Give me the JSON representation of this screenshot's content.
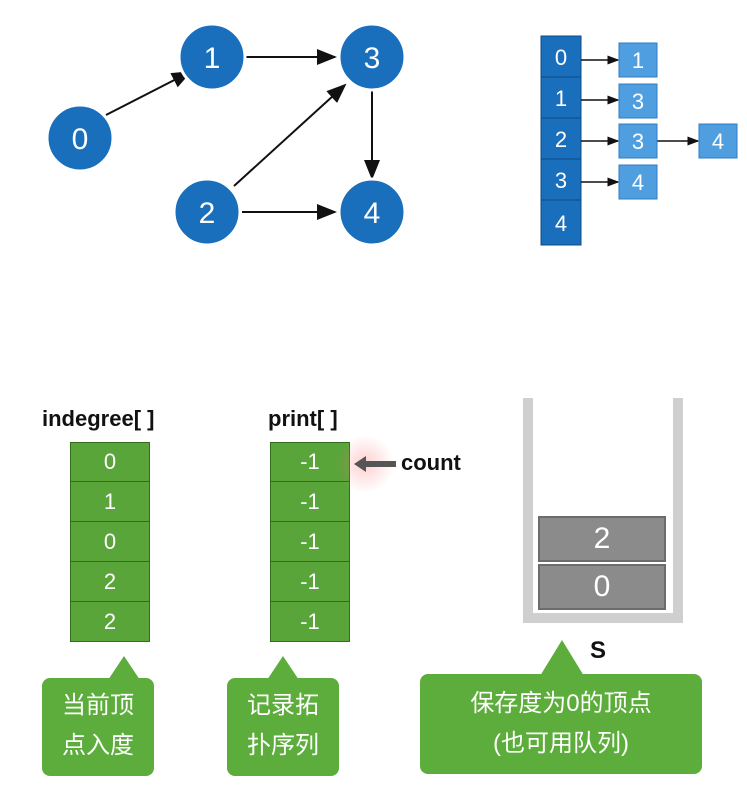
{
  "graph": {
    "nodes": [
      {
        "id": "0",
        "label": "0"
      },
      {
        "id": "1",
        "label": "1"
      },
      {
        "id": "2",
        "label": "2"
      },
      {
        "id": "3",
        "label": "3"
      },
      {
        "id": "4",
        "label": "4"
      }
    ],
    "edges": [
      {
        "from": "0",
        "to": "1"
      },
      {
        "from": "1",
        "to": "3"
      },
      {
        "from": "2",
        "to": "3"
      },
      {
        "from": "2",
        "to": "4"
      },
      {
        "from": "3",
        "to": "4"
      }
    ],
    "node_color": "#1a6fbd"
  },
  "adjacency": {
    "heads": [
      "0",
      "1",
      "2",
      "3",
      "4"
    ],
    "lists": [
      [
        "1"
      ],
      [
        "3"
      ],
      [
        "3",
        "4"
      ],
      [
        "4"
      ],
      []
    ],
    "head_color": "#1a6fbd",
    "node_color": "#4f9fe0"
  },
  "indegree": {
    "title": "indegree[ ]",
    "values": [
      "0",
      "1",
      "0",
      "2",
      "2"
    ],
    "caption_line1": "当前顶",
    "caption_line2": "点入度"
  },
  "print": {
    "title": "print[ ]",
    "values": [
      "-1",
      "-1",
      "-1",
      "-1",
      "-1"
    ],
    "pointer_label": "count",
    "caption_line1": "记录拓",
    "caption_line2": "扑序列"
  },
  "stack": {
    "label": "S",
    "items_top_to_bottom": [
      "2",
      "0"
    ],
    "caption_line1": "保存度为0的顶点",
    "caption_line2": "(也可用队列)"
  },
  "colors": {
    "cell_green": "#5aa53a",
    "bubble_green": "#5cad3c",
    "stack_gray": "#8b8b8b"
  }
}
